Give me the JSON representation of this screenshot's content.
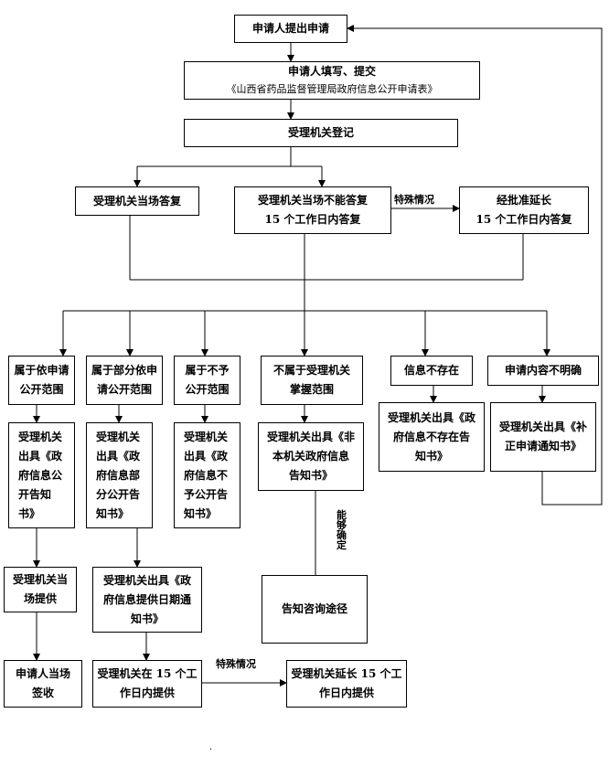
{
  "nodes": {
    "apply": "申请人提出申请",
    "fill_title": "申请人填写、提交",
    "fill_form": "《山西省药品监督管理局政府信息公开申请表》",
    "register": "受理机关登记",
    "onsite_reply": "受理机关当场答复",
    "no_onsite": "受理机关当场不能答复\n15 个工作日内答复",
    "extend": "经批准延长\n15 个工作日内答复",
    "scope_public": "属于依申请\n公开范围",
    "scope_partial": "属于部分依申\n请公开范围",
    "scope_none": "属于不予\n公开范围",
    "scope_not_agency": "不属于受理机关\n掌握范围",
    "info_absent": "信息不存在",
    "unclear": "申请内容不明确",
    "notice_public": "受理机关\n出具《政\n府信息公\n开告知\n书》",
    "notice_partial": "受理机关\n出具《政\n府信息部\n分公开告\n知书》",
    "notice_none": "受理机关\n出具《政\n府信息不\n予公开告\n知书》",
    "notice_not_agency": "受理机关出具《非\n本机关政府信息\n告知书》",
    "notice_absent": "受理机关出具《政\n府信息不存在告\n知书》",
    "notice_correct": "受理机关出具《补\n正申请通知书》",
    "onsite_provide": "受理机关当\n场提供",
    "date_notice": "受理机关出具《政\n府信息提供日期通\n知书》",
    "receive": "申请人当场\n签收",
    "provide_15": "受理机关在 15 个工\n作日内提供",
    "extend_15": "受理机关延长 15 个工\n作日内提供",
    "consult": "告知咨询途径"
  },
  "labels": {
    "special_1": "特殊情况",
    "special_2": "特殊情况",
    "can_determine": "能够确定"
  },
  "footer_mark": "."
}
